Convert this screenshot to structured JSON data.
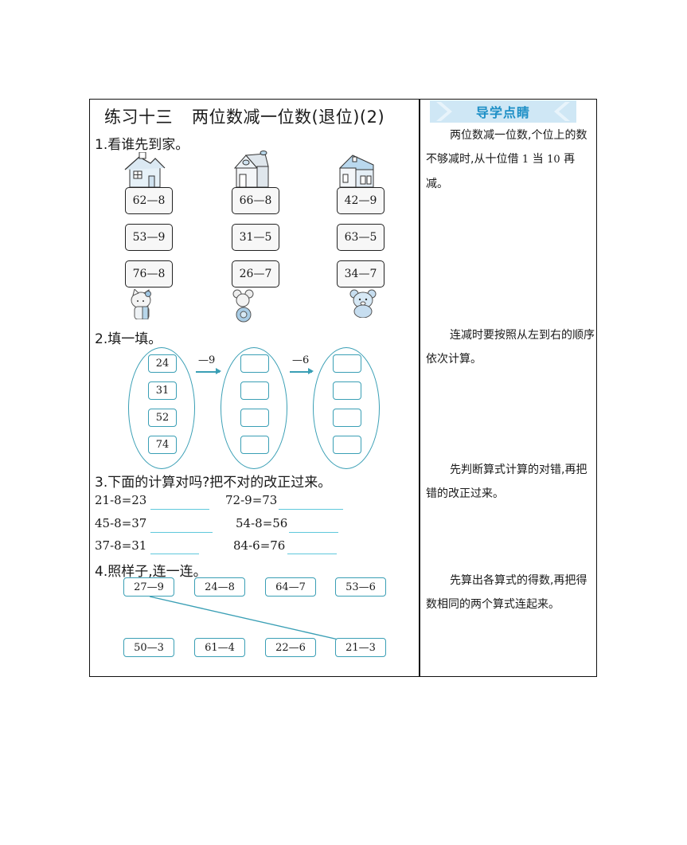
{
  "title": {
    "part1": "练习十三",
    "part2": "两位数减一位数(退位)(2)"
  },
  "q1": {
    "heading": "1.看谁先到家。",
    "columns": [
      {
        "house": "house-icon",
        "animal": "kitty-icon",
        "expressions": [
          "62—8",
          "53—9",
          "76—8"
        ]
      },
      {
        "house": "house-icon",
        "animal": "mouse-icon",
        "expressions": [
          "66—8",
          "31—5",
          "26—7"
        ]
      },
      {
        "house": "house-icon",
        "animal": "bear-icon",
        "expressions": [
          "42—9",
          "63—5",
          "34—7"
        ]
      }
    ]
  },
  "q2": {
    "heading": "2.填一填。",
    "start_values": [
      "24",
      "31",
      "52",
      "74"
    ],
    "op1": "—9",
    "op2": "—6",
    "middle_values": [
      "",
      "",
      "",
      ""
    ],
    "end_values": [
      "",
      "",
      "",
      ""
    ]
  },
  "q3": {
    "heading": "3.下面的计算对吗?把不对的改正过来。",
    "rows": [
      {
        "left": "21-8=23",
        "right": "72-9=73"
      },
      {
        "left": "45-8=37",
        "right": "54-8=56"
      },
      {
        "left": "37-8=31",
        "right": "84-6=76"
      }
    ]
  },
  "q4": {
    "heading": "4.照样子,连一连。",
    "top_row": [
      "27—9",
      "24—8",
      "64—7",
      "53—6"
    ],
    "bottom_row": [
      "50—3",
      "61—4",
      "22—6",
      "21—3"
    ],
    "example_link": {
      "from": "27—9",
      "to": "21—3"
    }
  },
  "sidebar": {
    "banner": "导学点睛",
    "tips": [
      {
        "pre": "两位数减一位数,个位上的数不够减时,从十位借",
        "num1": "1",
        "mid": "当",
        "num2": "10",
        "post": "再减。"
      },
      {
        "text": "连减时要按照从左到右的顺序依次计算。"
      },
      {
        "text": "先判断算式计算的对错,再把错的改正过来。"
      },
      {
        "text": "先算出各算式的得数,再把得数相同的两个算式连起来。"
      }
    ]
  },
  "colors": {
    "accent": "#3a9fb5",
    "banner_bg": "#cfe7f5",
    "banner_text": "#1e8fc6",
    "blank_line": "#5fc8dc"
  }
}
